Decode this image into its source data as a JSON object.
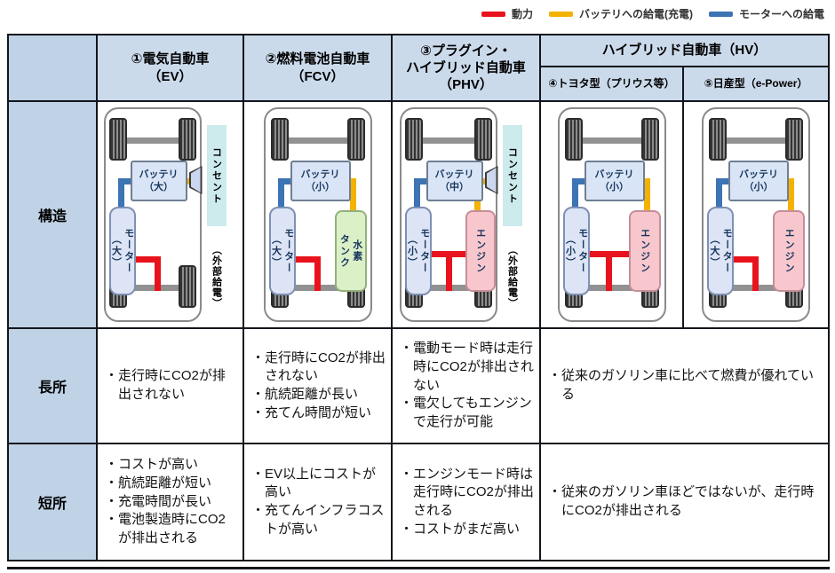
{
  "colors": {
    "power": "#e8131c",
    "charge": "#f3b200",
    "supply": "#3c74b4"
  },
  "legend": {
    "items": [
      {
        "label": "動力",
        "color": "#e8131c"
      },
      {
        "label": "バッテリへの給電(充電)",
        "color": "#f3b200"
      },
      {
        "label": "モーターへの給電",
        "color": "#3c74b4"
      }
    ]
  },
  "table": {
    "headers": {
      "ev": "①電気自動車\n（EV）",
      "fcv": "②燃料電池自動車\n（FCV）",
      "phv": "③プラグイン・\nハイブリッド自動車\n（PHV）",
      "hv": "ハイブリッド自動車（HV）",
      "toyota": "④トヨタ型（プリウス等）",
      "nissan": "⑤日産型（e-Power）"
    },
    "row_headers": [
      "構造",
      "長所",
      "短所"
    ],
    "pros": {
      "ev": [
        "走行時にCO2が排出されない"
      ],
      "fcv": [
        "走行時にCO2が排出されない",
        "航続距離が長い",
        "充てん時間が短い"
      ],
      "phv": [
        "電動モード時は走行時にCO2が排出されない",
        "電欠してもエンジンで走行が可能"
      ],
      "hv": [
        "従来のガソリン車に比べて燃費が優れている"
      ]
    },
    "cons": {
      "ev": [
        "コストが高い",
        "航続距離が短い",
        "充電時間が長い",
        "電池製造時にCO2が排出される"
      ],
      "fcv": [
        "EV以上にコストが高い",
        "充てんインフラコストが高い"
      ],
      "phv": [
        "エンジンモード時は走行時にCO2が排出される",
        "コストがまだ高い"
      ],
      "hv": [
        "従来のガソリン車ほどではないが、走行時にCO2が排出される"
      ]
    }
  },
  "diagrams": {
    "ev": {
      "layout": "outlet",
      "battery": "バッテリ\n（大）",
      "motor": "モーター\n（大）",
      "right_unit": null,
      "red": "L",
      "yellow": "outlet",
      "outlet_label": "コンセント",
      "outlet_sub": "（外部給電）"
    },
    "fcv": {
      "layout": "plain",
      "battery": "バッテリ\n（小）",
      "motor": "モーター\n（大）",
      "right_unit": {
        "kind": "tank",
        "label": "水素\nタンク"
      },
      "red": "L",
      "yellow": "right"
    },
    "phv": {
      "layout": "outlet",
      "battery": "バッテリ\n（中）",
      "motor": "モーター\n（小）",
      "right_unit": {
        "kind": "engine",
        "label": "エンジン"
      },
      "red": "T",
      "yellow": "outlet_engine",
      "outlet_label": "コンセント",
      "outlet_sub": "（外部給電）"
    },
    "toyota": {
      "layout": "plain",
      "battery": "バッテリ\n（小）",
      "motor": "モーター\n（小）",
      "right_unit": {
        "kind": "engine",
        "label": "エンジン"
      },
      "red": "T",
      "yellow": "right"
    },
    "nissan": {
      "layout": "plain",
      "battery": "バッテリ\n（小）",
      "motor": "モーター\n（大）",
      "right_unit": {
        "kind": "engine",
        "label": "エンジン"
      },
      "red": "L",
      "yellow": "right"
    }
  }
}
